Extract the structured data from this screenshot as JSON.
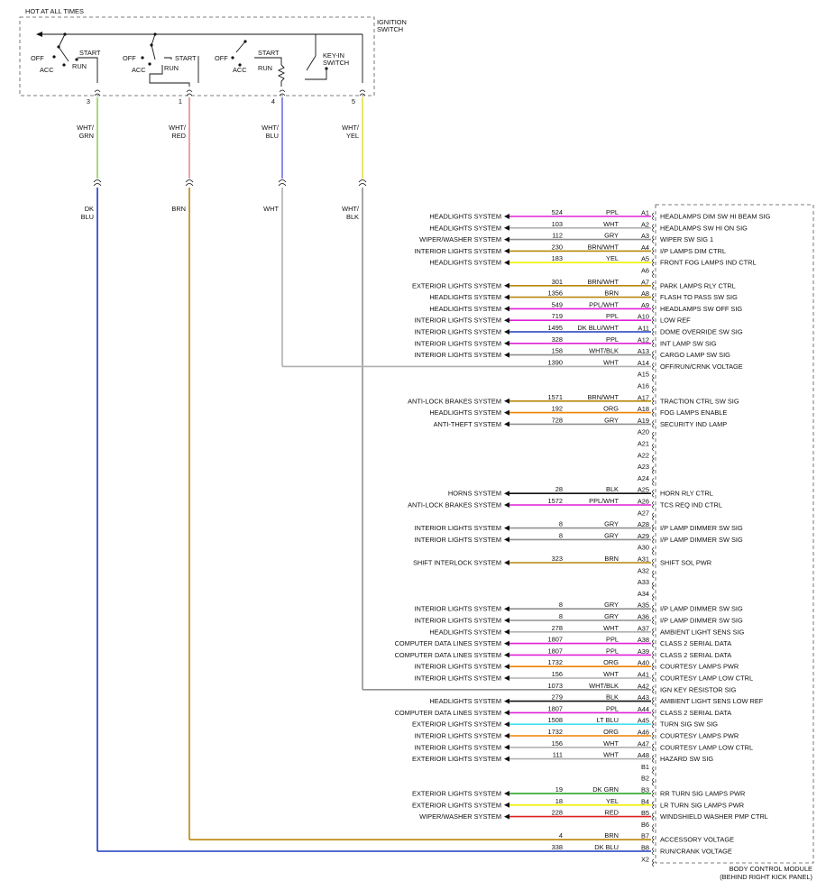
{
  "ignition_switch": {
    "hot_label": "HOT AT ALL TIMES",
    "name": [
      "IGNITION",
      "SWITCH"
    ],
    "keyin_label": [
      "KEY-IN",
      "SWITCH"
    ],
    "pos_off": "OFF",
    "pos_acc": "ACC",
    "pos_start": "START",
    "pos_run": "RUN"
  },
  "feeds": [
    {
      "pin": "3",
      "upper_color": [
        "WHT/",
        "GRN"
      ],
      "upper_hex": "#8fd14f",
      "lower_color": [
        "DK",
        "BLU"
      ],
      "lower_hex": "#1f3bbf"
    },
    {
      "pin": "1",
      "upper_color": [
        "WHT/",
        "RED"
      ],
      "upper_hex": "#e88a8a",
      "lower_color": [
        "BRN"
      ],
      "lower_hex": "#b8860b"
    },
    {
      "pin": "4",
      "upper_color": [
        "WHT/",
        "BLU"
      ],
      "upper_hex": "#7070e0",
      "lower_color": [
        "WHT"
      ],
      "lower_hex": "#b0b0b0"
    },
    {
      "pin": "5",
      "upper_color": [
        "WHT/",
        "YEL"
      ],
      "upper_hex": "#e0e040",
      "lower_color": [
        "WHT/",
        "BLK"
      ],
      "lower_hex": "#909090"
    }
  ],
  "module": {
    "name": "BODY CONTROL MODULE",
    "location": "(BEHIND RIGHT KICK PANEL)"
  },
  "pins": [
    {
      "pin": "A1",
      "circuit": "524",
      "color": "PPL",
      "hex": "#e020d8",
      "system": "HEADLIGHTS SYSTEM",
      "function": "HEADLAMPS DIM SW HI BEAM SIG"
    },
    {
      "pin": "A2",
      "circuit": "103",
      "color": "WHT",
      "hex": "#b0b0b0",
      "system": "HEADLIGHTS SYSTEM",
      "function": "HEADLAMPS SW HI ON SIG"
    },
    {
      "pin": "A3",
      "circuit": "112",
      "color": "GRY",
      "hex": "#909090",
      "system": "WIPER/WASHER SYSTEM",
      "function": "WIPER SW SIG 1"
    },
    {
      "pin": "A4",
      "circuit": "230",
      "color": "BRN/WHT",
      "hex": "#b8860b",
      "system": "INTERIOR LIGHTS SYSTEM",
      "function": "I/P LAMPS DIM CTRL"
    },
    {
      "pin": "A5",
      "circuit": "183",
      "color": "YEL",
      "hex": "#f0f000",
      "system": "HEADLIGHTS SYSTEM",
      "function": "FRONT FOG LAMPS IND CTRL"
    },
    {
      "pin": "A6",
      "circuit": "",
      "color": "",
      "hex": "",
      "system": "",
      "function": ""
    },
    {
      "pin": "A7",
      "circuit": "301",
      "color": "BRN/WHT",
      "hex": "#b8860b",
      "system": "EXTERIOR LIGHTS SYSTEM",
      "function": "PARK LAMPS RLY CTRL"
    },
    {
      "pin": "A8",
      "circuit": "1356",
      "color": "BRN",
      "hex": "#b8860b",
      "system": "HEADLIGHTS SYSTEM",
      "function": "FLASH TO PASS SW SIG"
    },
    {
      "pin": "A9",
      "circuit": "549",
      "color": "PPL/WHT",
      "hex": "#e020d8",
      "system": "HEADLIGHTS SYSTEM",
      "function": "HEADLAMPS SW OFF SIG"
    },
    {
      "pin": "A10",
      "circuit": "719",
      "color": "PPL",
      "hex": "#e020d8",
      "system": "INTERIOR LIGHTS SYSTEM",
      "function": "LOW REF"
    },
    {
      "pin": "A11",
      "circuit": "1495",
      "color": "DK BLU/WHT",
      "hex": "#1f3bbf",
      "system": "INTERIOR LIGHTS SYSTEM",
      "function": "DOME OVERRIDE SW SIG"
    },
    {
      "pin": "A12",
      "circuit": "328",
      "color": "PPL",
      "hex": "#e020d8",
      "system": "INTERIOR LIGHTS SYSTEM",
      "function": "INT LAMP SW SIG"
    },
    {
      "pin": "A13",
      "circuit": "158",
      "color": "WHT/BLK",
      "hex": "#909090",
      "system": "INTERIOR LIGHTS SYSTEM",
      "function": "CARGO LAMP SW SIG"
    },
    {
      "pin": "A14",
      "circuit": "1390",
      "color": "WHT",
      "hex": "#b0b0b0",
      "system": "",
      "function": "OFF/RUN/CRNK VOLTAGE"
    },
    {
      "pin": "A15",
      "circuit": "",
      "color": "",
      "hex": "",
      "system": "",
      "function": ""
    },
    {
      "pin": "A16",
      "circuit": "",
      "color": "",
      "hex": "",
      "system": "",
      "function": ""
    },
    {
      "pin": "A17",
      "circuit": "1571",
      "color": "BRN/WHT",
      "hex": "#b8860b",
      "system": "ANTI-LOCK BRAKES SYSTEM",
      "function": "TRACTION CTRL SW SIG"
    },
    {
      "pin": "A18",
      "circuit": "192",
      "color": "ORG",
      "hex": "#f08000",
      "system": "HEADLIGHTS SYSTEM",
      "function": "FOG LAMPS ENABLE"
    },
    {
      "pin": "A19",
      "circuit": "728",
      "color": "GRY",
      "hex": "#909090",
      "system": "ANTI-THEFT SYSTEM",
      "function": "SECURITY IND LAMP"
    },
    {
      "pin": "A20",
      "circuit": "",
      "color": "",
      "hex": "",
      "system": "",
      "function": ""
    },
    {
      "pin": "A21",
      "circuit": "",
      "color": "",
      "hex": "",
      "system": "",
      "function": ""
    },
    {
      "pin": "A22",
      "circuit": "",
      "color": "",
      "hex": "",
      "system": "",
      "function": ""
    },
    {
      "pin": "A23",
      "circuit": "",
      "color": "",
      "hex": "",
      "system": "",
      "function": ""
    },
    {
      "pin": "A24",
      "circuit": "",
      "color": "",
      "hex": "",
      "system": "",
      "function": ""
    },
    {
      "pin": "A25",
      "circuit": "28",
      "color": "BLK",
      "hex": "#111111",
      "system": "HORNS SYSTEM",
      "function": "HORN RLY CTRL"
    },
    {
      "pin": "A26",
      "circuit": "1572",
      "color": "PPL/WHT",
      "hex": "#e020d8",
      "system": "ANTI-LOCK BRAKES SYSTEM",
      "function": "TCS REQ IND CTRL"
    },
    {
      "pin": "A27",
      "circuit": "",
      "color": "",
      "hex": "",
      "system": "",
      "function": ""
    },
    {
      "pin": "A28",
      "circuit": "8",
      "color": "GRY",
      "hex": "#909090",
      "system": "INTERIOR LIGHTS SYSTEM",
      "function": "I/P LAMP DIMMER SW SIG"
    },
    {
      "pin": "A29",
      "circuit": "8",
      "color": "GRY",
      "hex": "#909090",
      "system": "INTERIOR LIGHTS SYSTEM",
      "function": "I/P LAMP DIMMER SW SIG"
    },
    {
      "pin": "A30",
      "circuit": "",
      "color": "",
      "hex": "",
      "system": "",
      "function": ""
    },
    {
      "pin": "A31",
      "circuit": "323",
      "color": "BRN",
      "hex": "#b8860b",
      "system": "SHIFT INTERLOCK SYSTEM",
      "function": "SHIFT SOL PWR"
    },
    {
      "pin": "A32",
      "circuit": "",
      "color": "",
      "hex": "",
      "system": "",
      "function": ""
    },
    {
      "pin": "A33",
      "circuit": "",
      "color": "",
      "hex": "",
      "system": "",
      "function": ""
    },
    {
      "pin": "A34",
      "circuit": "",
      "color": "",
      "hex": "",
      "system": "",
      "function": ""
    },
    {
      "pin": "A35",
      "circuit": "8",
      "color": "GRY",
      "hex": "#909090",
      "system": "INTERIOR LIGHTS SYSTEM",
      "function": "I/P LAMP DIMMER SW SIG"
    },
    {
      "pin": "A36",
      "circuit": "8",
      "color": "GRY",
      "hex": "#909090",
      "system": "INTERIOR LIGHTS SYSTEM",
      "function": "I/P LAMP DIMMER SW SIG"
    },
    {
      "pin": "A37",
      "circuit": "278",
      "color": "WHT",
      "hex": "#b0b0b0",
      "system": "HEADLIGHTS SYSTEM",
      "function": "AMBIENT LIGHT SENS SIG"
    },
    {
      "pin": "A38",
      "circuit": "1807",
      "color": "PPL",
      "hex": "#e020d8",
      "system": "COMPUTER DATA LINES SYSTEM",
      "function": "CLASS 2 SERIAL DATA"
    },
    {
      "pin": "A39",
      "circuit": "1807",
      "color": "PPL",
      "hex": "#e020d8",
      "system": "COMPUTER DATA LINES SYSTEM",
      "function": "CLASS 2 SERIAL DATA"
    },
    {
      "pin": "A40",
      "circuit": "1732",
      "color": "ORG",
      "hex": "#f08000",
      "system": "INTERIOR LIGHTS SYSTEM",
      "function": "COURTESY LAMPS PWR"
    },
    {
      "pin": "A41",
      "circuit": "156",
      "color": "WHT",
      "hex": "#b0b0b0",
      "system": "INTERIOR LIGHTS SYSTEM",
      "function": "COURTESY LAMP LOW CTRL"
    },
    {
      "pin": "A42",
      "circuit": "1073",
      "color": "WHT/BLK",
      "hex": "#909090",
      "system": "",
      "function": "IGN KEY RESISTOR SIG"
    },
    {
      "pin": "A43",
      "circuit": "279",
      "color": "BLK",
      "hex": "#111111",
      "system": "HEADLIGHTS SYSTEM",
      "function": "AMBIENT LIGHT SENS LOW REF"
    },
    {
      "pin": "A44",
      "circuit": "1807",
      "color": "PPL",
      "hex": "#e020d8",
      "system": "COMPUTER DATA LINES SYSTEM",
      "function": "CLASS 2 SERIAL DATA"
    },
    {
      "pin": "A45",
      "circuit": "1508",
      "color": "LT BLU",
      "hex": "#40e0f0",
      "system": "EXTERIOR LIGHTS SYSTEM",
      "function": "TURN SIG SW SIG"
    },
    {
      "pin": "A46",
      "circuit": "1732",
      "color": "ORG",
      "hex": "#f08000",
      "system": "INTERIOR LIGHTS SYSTEM",
      "function": "COURTESY LAMPS PWR"
    },
    {
      "pin": "A47",
      "circuit": "156",
      "color": "WHT",
      "hex": "#b0b0b0",
      "system": "INTERIOR LIGHTS SYSTEM",
      "function": "COURTESY LAMP LOW CTRL"
    },
    {
      "pin": "A48",
      "circuit": "111",
      "color": "WHT",
      "hex": "#b0b0b0",
      "system": "EXTERIOR LIGHTS SYSTEM",
      "function": "HAZARD SW SIG"
    },
    {
      "pin": "B1",
      "circuit": "",
      "color": "",
      "hex": "",
      "system": "",
      "function": ""
    },
    {
      "pin": "B2",
      "circuit": "",
      "color": "",
      "hex": "",
      "system": "",
      "function": ""
    },
    {
      "pin": "B3",
      "circuit": "19",
      "color": "DK GRN",
      "hex": "#1a9e1a",
      "system": "EXTERIOR LIGHTS SYSTEM",
      "function": "RR TURN SIG LAMPS PWR"
    },
    {
      "pin": "B4",
      "circuit": "18",
      "color": "YEL",
      "hex": "#f0f000",
      "system": "EXTERIOR LIGHTS SYSTEM",
      "function": "LR TURN SIG LAMPS PWR"
    },
    {
      "pin": "B5",
      "circuit": "228",
      "color": "RED",
      "hex": "#e02020",
      "system": "WIPER/WASHER SYSTEM",
      "function": "WINDSHIELD WASHER PMP CTRL"
    },
    {
      "pin": "B6",
      "circuit": "",
      "color": "",
      "hex": "",
      "system": "",
      "function": ""
    },
    {
      "pin": "B7",
      "circuit": "4",
      "color": "BRN",
      "hex": "#b8860b",
      "system": "",
      "function": "ACCESSORY VOLTAGE"
    },
    {
      "pin": "B8",
      "circuit": "338",
      "color": "DK BLU",
      "hex": "#1f3bbf",
      "system": "",
      "function": "RUN/CRANK VOLTAGE"
    },
    {
      "pin": "X2",
      "circuit": "",
      "color": "",
      "hex": "",
      "system": "",
      "function": ""
    }
  ]
}
